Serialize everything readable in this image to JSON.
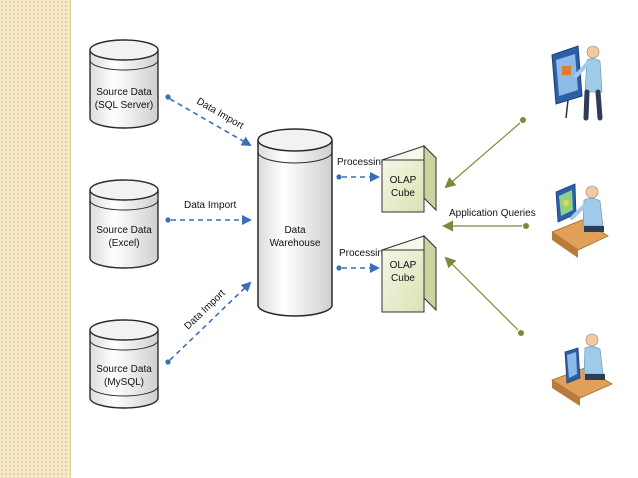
{
  "sources": [
    {
      "line1": "Source Data",
      "line2": "(SQL Server)"
    },
    {
      "line1": "Source Data",
      "line2": "(Excel)"
    },
    {
      "line1": "Source Data",
      "line2": "(MySQL)"
    }
  ],
  "edges": {
    "import_top": "Data Import",
    "import_middle": "Data Import",
    "import_bottom": "Data Import",
    "processing_top": "Processing",
    "processing_bottom": "Processing",
    "application_queries": "Application Queries"
  },
  "warehouse": {
    "line1": "Data",
    "line2": "Warehouse"
  },
  "cubes": [
    {
      "line1": "OLAP",
      "line2": "Cube"
    },
    {
      "line1": "OLAP",
      "line2": "Cube"
    }
  ],
  "users": [
    {
      "icon": "presenter-icon"
    },
    {
      "icon": "desk-user-icon"
    },
    {
      "icon": "computer-user-icon"
    }
  ],
  "colors": {
    "accent_band": "#f6e9c8",
    "dashed_arrow": "#3a6fb8",
    "query_arrow": "#7a8a3a",
    "cylinder_stroke": "#2a2a2a",
    "cube_fill": "#e8efcf"
  }
}
